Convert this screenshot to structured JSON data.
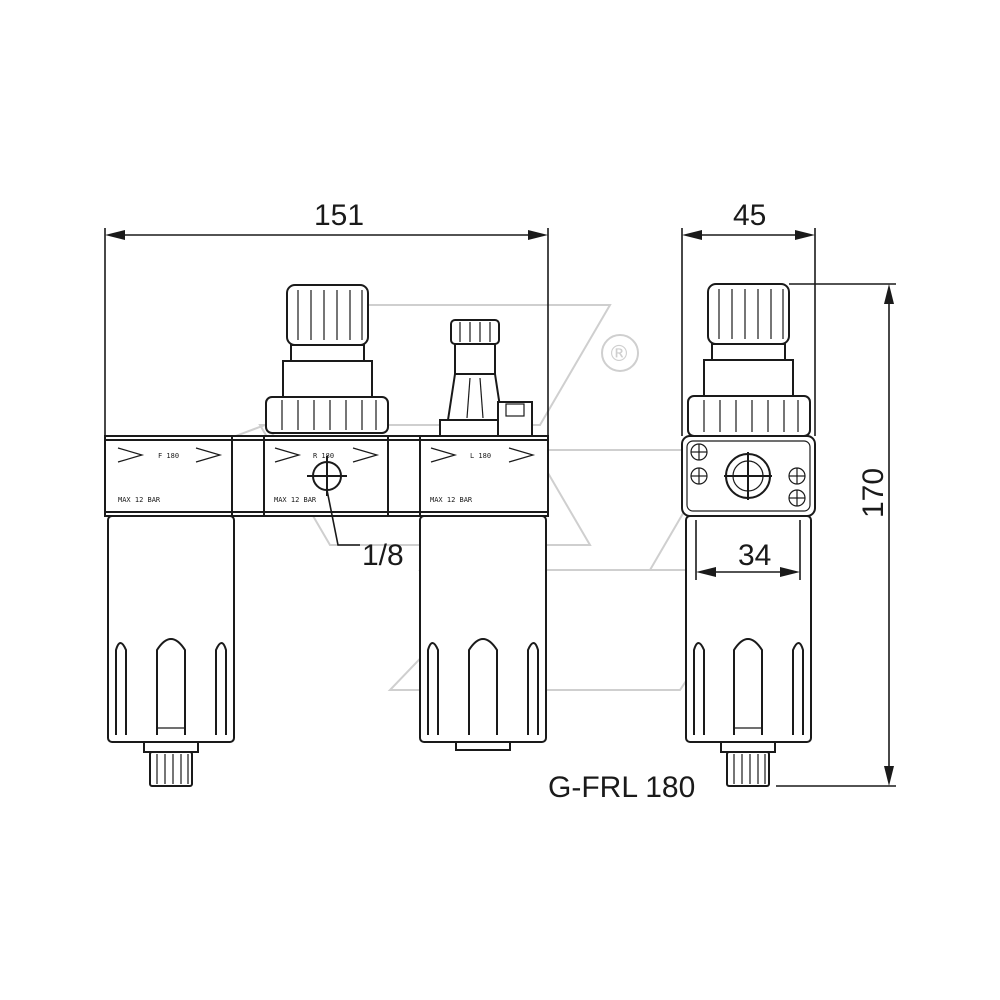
{
  "dimensions": {
    "overall_width": "151",
    "side_width": "45",
    "port_spacing": "34",
    "overall_height": "170",
    "gauge_port": "1/8"
  },
  "labels": {
    "filter": "F 180",
    "regulator": "R 180",
    "lubricator": "L 180",
    "max_pressure": "MAX 12 BAR"
  },
  "model": "G-FRL 180",
  "watermark": {
    "registered_mark": "®"
  },
  "colors": {
    "line": "#1a1a1a",
    "watermark": "#cfcfcf",
    "background": "#ffffff"
  }
}
